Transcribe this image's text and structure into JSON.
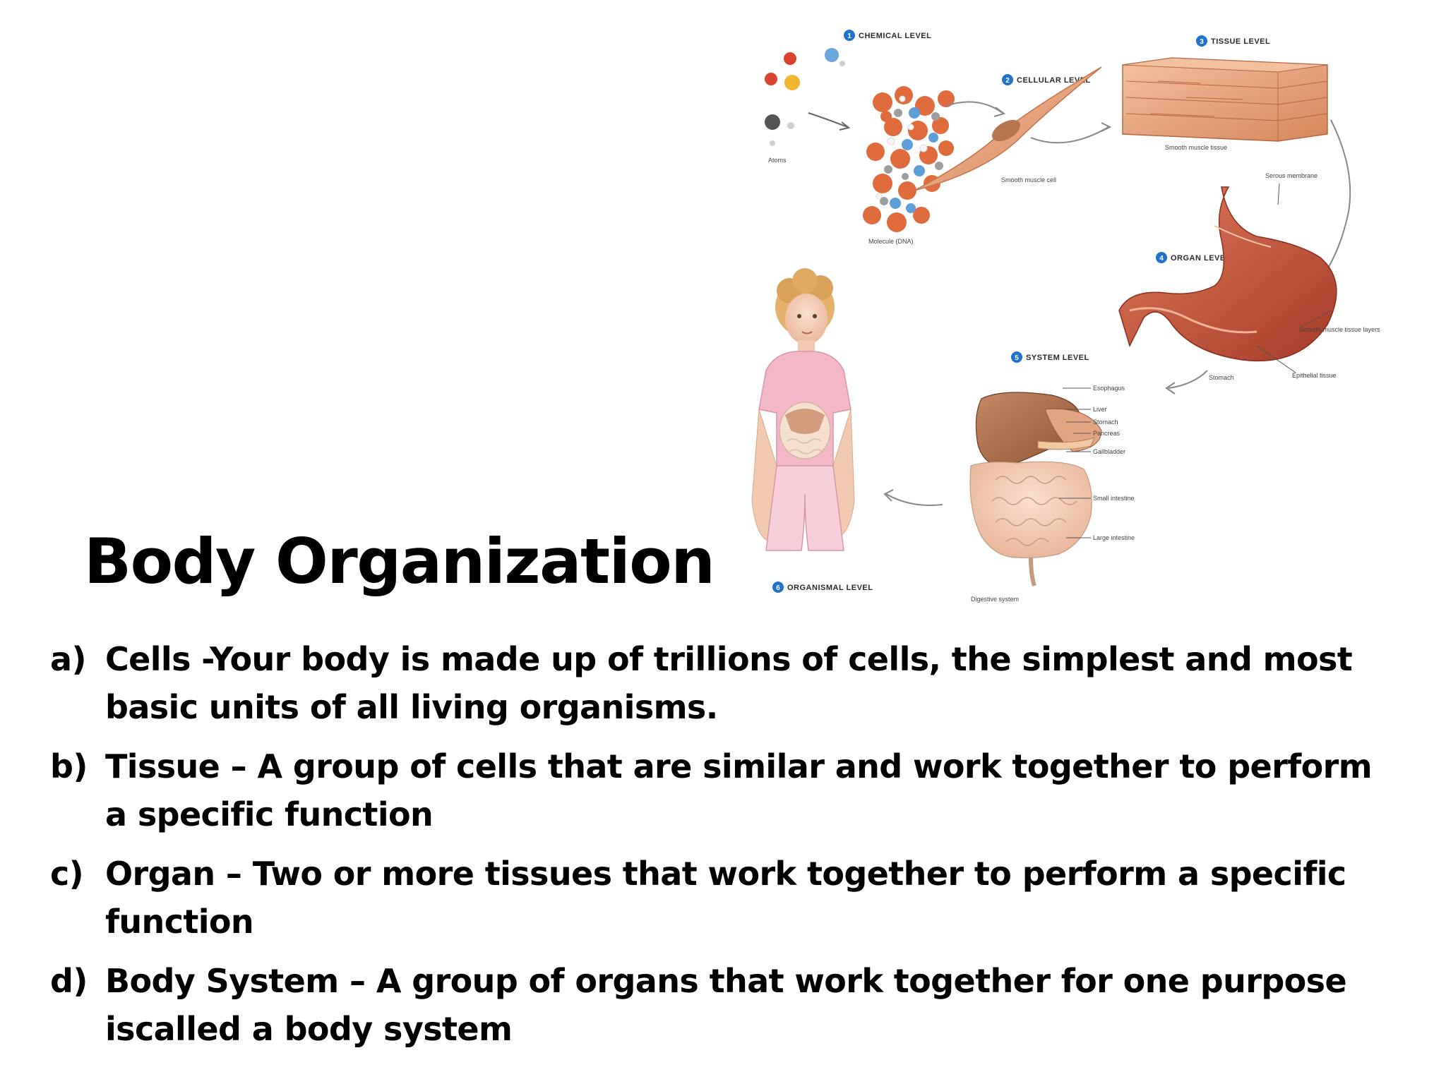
{
  "slide": {
    "title": "Body Organization",
    "bullets": [
      {
        "marker": "a)",
        "text": "Cells -Your body is made up of trillions of cells, the simplest and most basic units of all living organisms."
      },
      {
        "marker": "b)",
        "text": "Tissue – A group of cells that are similar and work together to perform a specific function"
      },
      {
        "marker": "c)",
        "text": "Organ – Two or more tissues that work together to perform a specific function"
      },
      {
        "marker": "d)",
        "text": "Body System – A group of organs that work together  for one purpose iscalled a body system"
      }
    ]
  },
  "diagram": {
    "levels": [
      {
        "number": "1",
        "label": "CHEMICAL LEVEL"
      },
      {
        "number": "2",
        "label": "CELLULAR LEVEL"
      },
      {
        "number": "3",
        "label": "TISSUE LEVEL"
      },
      {
        "number": "4",
        "label": "ORGAN LEVEL"
      },
      {
        "number": "5",
        "label": "SYSTEM LEVEL"
      },
      {
        "number": "6",
        "label": "ORGANISMAL LEVEL"
      }
    ],
    "captions": {
      "atoms": "Atoms",
      "molecule": "Molecule (DNA)",
      "smooth_muscle_cell": "Smooth muscle cell",
      "smooth_muscle_tissue": "Smooth muscle tissue",
      "serous_membrane": "Serous membrane",
      "smooth_muscle_layers": "Smooth muscle tissue layers",
      "epithelial_tissue": "Epithelial tissue",
      "stomach_label": "Stomach",
      "esophagus": "Esophagus",
      "liver": "Liver",
      "stomach": "Stomach",
      "pancreas": "Pancreas",
      "gallbladder": "Gallbladder",
      "small_intestine": "Small intestine",
      "large_intestine": "Large intestine",
      "digestive_system": "Digestive system"
    },
    "colors": {
      "level_badge": "#1f73c9",
      "muscle": "#e39a73",
      "stomach": "#c8583d",
      "intestine": "#f0d3b3",
      "child_shirt": "#f3b8c8"
    }
  }
}
